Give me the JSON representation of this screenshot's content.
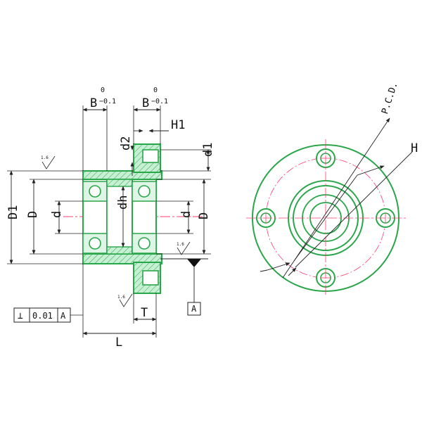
{
  "colors": {
    "outline": "#2aa64a",
    "fill": "#c6efd3",
    "hatch": "#2aa64a",
    "center": "#ff3d6e",
    "dim": "#222222",
    "text": "#111111"
  },
  "labels": {
    "B_left": "B",
    "B_right": "B",
    "tol_upper": "0",
    "tol_lower": "−0.1",
    "H1": "H1",
    "d2": "d2",
    "d1": "d1",
    "D1": "D1",
    "D_left": "D",
    "d_left": "d",
    "dh": "dh",
    "d_right": "d",
    "D_right": "D",
    "T": "T",
    "L": "L",
    "datum_A": "A",
    "fcf_symbol": "⊥",
    "fcf_value": "0.01",
    "fcf_datum": "A",
    "roughness": "1.6",
    "PCD": "P.C.D.",
    "H": "H"
  }
}
